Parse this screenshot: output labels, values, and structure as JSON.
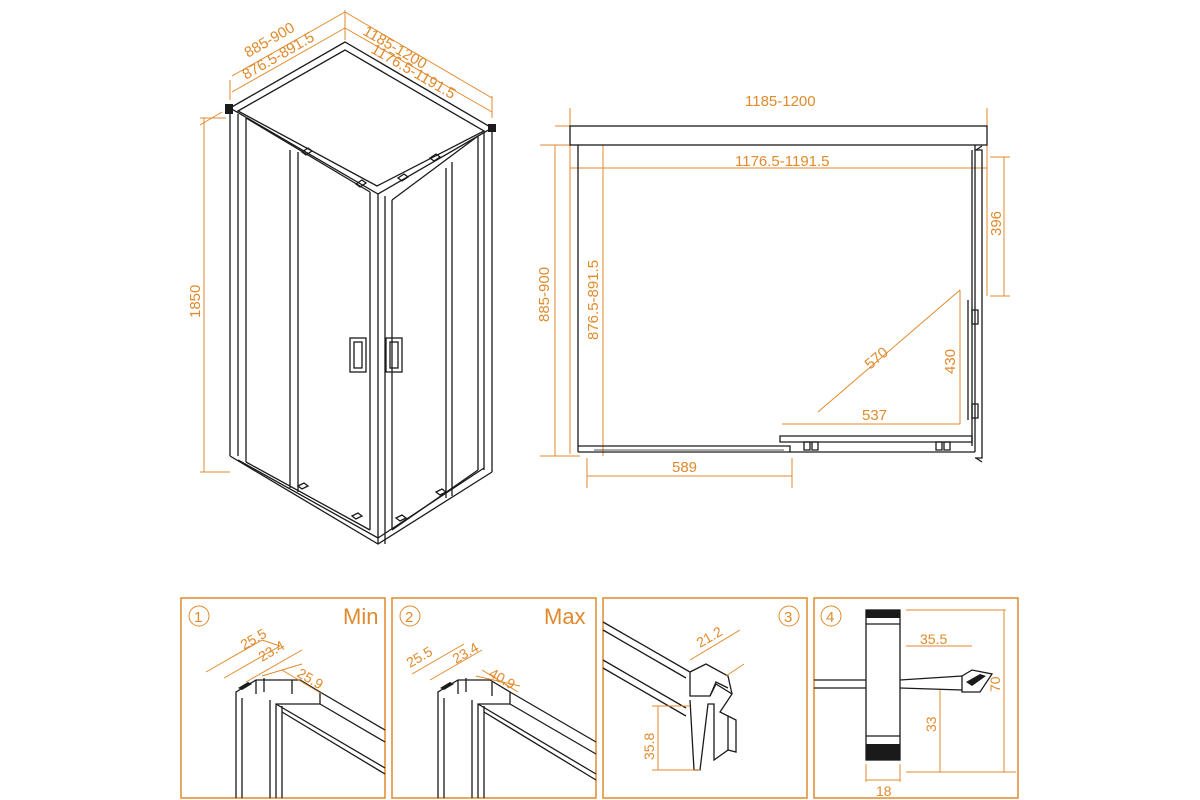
{
  "iso": {
    "depth_outer": "885-900",
    "depth_inner": "876.5-891.5",
    "width_outer": "1185-1200",
    "width_inner": "1176.5-1191.5",
    "height": "1850"
  },
  "plan": {
    "width_outer": "1185-1200",
    "width_inner": "1176.5-1191.5",
    "depth_outer": "885-900",
    "depth_inner": "876.5-891.5",
    "side_fixed": "396",
    "door_diag": "570",
    "door_side": "430",
    "door_front": "537",
    "front_fixed": "589"
  },
  "details": [
    {
      "number": "1",
      "label": "Min",
      "dims": [
        "25.5",
        "23.4",
        "25.9"
      ]
    },
    {
      "number": "2",
      "label": "Max",
      "dims": [
        "25.5",
        "23.4",
        "40.9"
      ]
    },
    {
      "number": "3",
      "label": "",
      "dims": [
        "21.2",
        "35.8"
      ]
    },
    {
      "number": "4",
      "label": "",
      "dims": [
        "35.5",
        "70",
        "33",
        "18"
      ]
    }
  ]
}
